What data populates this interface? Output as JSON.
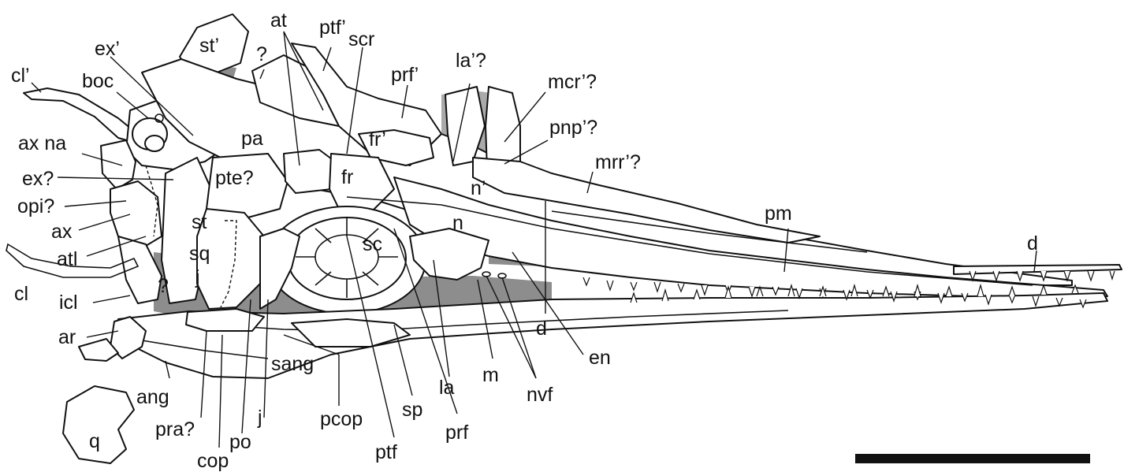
{
  "colors": {
    "ink": "#111111",
    "bone_fill": "#ffffff",
    "matrix_gray": "#8d8d8d",
    "background": "#ffffff"
  },
  "labels": {
    "cl_prime": "cl’",
    "boc": "boc",
    "ex_prime": "ex’",
    "st_prime": "st’",
    "q_upper": "?",
    "at": "at",
    "ptf_prime": "ptf’",
    "scr": "scr",
    "prf_prime": "prf’",
    "la_prime_q": "la’?",
    "mcr_prime_q": "mcr’?",
    "pnp_prime_q": "pnp’?",
    "mrr_prime_q": "mrr’?",
    "ax_na": "ax na",
    "ex_q": "ex?",
    "opi_q": "opi?",
    "ax": "ax",
    "atl": "atl",
    "cl": "cl",
    "icl": "icl",
    "ar": "ar",
    "pa": "pa",
    "pte_q": "pte?",
    "fr_prime": "fr’",
    "fr": "fr",
    "n_prime": "n’",
    "n": "n",
    "st": "st",
    "sq": "sq",
    "j_small": "j",
    "q_lower": "?",
    "sc": "sc",
    "pm": "pm",
    "d_right": "d",
    "d_mid": "d",
    "en": "en",
    "m": "m",
    "nvf": "nvf",
    "la": "la",
    "sp": "sp",
    "prf": "prf",
    "ptf": "ptf",
    "pcop": "pcop",
    "sang": "sang",
    "j": "j",
    "po": "po",
    "cop": "cop",
    "pra_q": "pra?",
    "ang": "ang",
    "q": "q"
  },
  "scale_bar": {
    "visible": true
  }
}
